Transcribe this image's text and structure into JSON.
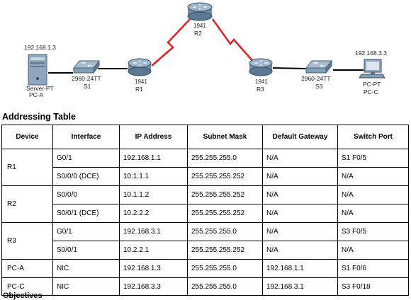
{
  "topology": {
    "server": {
      "ip": "192.168.1.3",
      "model": "Server-PT",
      "name": "PC-A"
    },
    "s1": {
      "model": "2960-24TT",
      "name": "S1"
    },
    "r1": {
      "model": "1941",
      "name": "R1"
    },
    "r2": {
      "model": "1941",
      "name": "R2"
    },
    "r3": {
      "model": "1941",
      "name": "R3"
    },
    "s3": {
      "model": "2960-24TT",
      "name": "S3"
    },
    "pcc": {
      "ip": "192.168.3.3",
      "model": "PC-PT",
      "name": "PC-C"
    },
    "colors": {
      "ethernet_link": "#000000",
      "serial_link": "#e02020",
      "router_body": "#6f8fa8",
      "switch_body": "#7f9fb6",
      "server_body": "#8ea6bd"
    }
  },
  "addressing": {
    "heading": "Addressing Table",
    "headers": [
      "Device",
      "Interface",
      "IP Address",
      "Subnet Mask",
      "Default Gateway",
      "Switch Port"
    ],
    "rows": [
      {
        "device": "R1",
        "interfaces": [
          {
            "interface": "G0/1",
            "ip": "192.168.1.1",
            "mask": "255.255.255.0",
            "gateway": "N/A",
            "port": "S1 F0/5"
          },
          {
            "interface": "S0/0/0 (DCE)",
            "ip": "10.1.1.1",
            "mask": "255.255.255.252",
            "gateway": "N/A",
            "port": "N/A"
          }
        ]
      },
      {
        "device": "R2",
        "interfaces": [
          {
            "interface": "S0/0/0",
            "ip": "10.1.1.2",
            "mask": "255.255.255.252",
            "gateway": "N/A",
            "port": "N/A"
          },
          {
            "interface": "S0/0/1 (DCE)",
            "ip": "10.2.2.2",
            "mask": "255.255.255.252",
            "gateway": "N/A",
            "port": "N/A"
          }
        ]
      },
      {
        "device": "R3",
        "interfaces": [
          {
            "interface": "G0/1",
            "ip": "192.168.3.1",
            "mask": "255.255.255.0",
            "gateway": "N/A",
            "port": "S3 F0/5"
          },
          {
            "interface": "S0/0/1",
            "ip": "10.2.2.1",
            "mask": "255.255.255.252",
            "gateway": "N/A",
            "port": "N/A"
          }
        ]
      },
      {
        "device": "PC-A",
        "interfaces": [
          {
            "interface": "NIC",
            "ip": "192.168.1.3",
            "mask": "255.255.255.0",
            "gateway": "192.168.1.1",
            "port": "S1 F0/6"
          }
        ]
      },
      {
        "device": "PC-C",
        "interfaces": [
          {
            "interface": "NIC",
            "ip": "192.168.3.3",
            "mask": "255.255.255.0",
            "gateway": "192.168.3.1",
            "port": "S3 F0/18"
          }
        ]
      }
    ]
  },
  "next_section": {
    "heading": "Objectives"
  }
}
